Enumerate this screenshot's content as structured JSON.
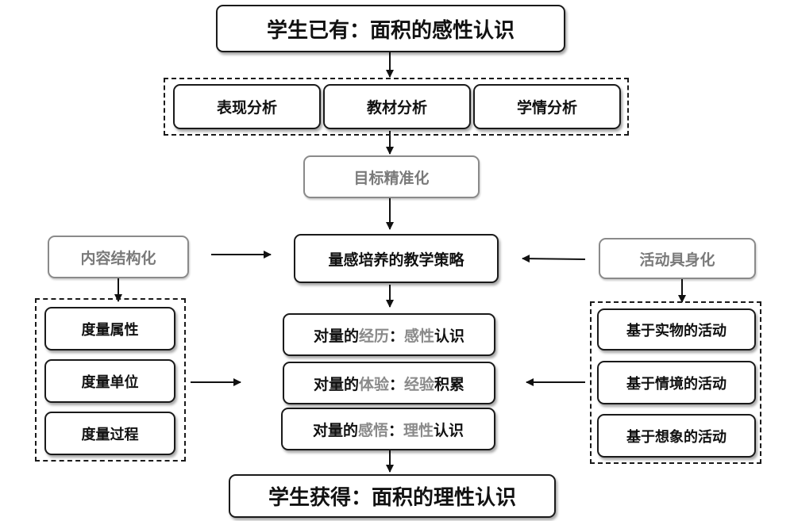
{
  "top": {
    "label": "学生已有：面积的感性认识"
  },
  "analysis": [
    {
      "label": "表现分析"
    },
    {
      "label": "教材分析"
    },
    {
      "label": "学情分析"
    }
  ],
  "target": {
    "label": "目标精准化"
  },
  "strategy": {
    "label": "量感培养的教学策略"
  },
  "left_group": {
    "header": "内容结构化",
    "items": [
      {
        "label": "度量属性"
      },
      {
        "label": "度量单位"
      },
      {
        "label": "度量过程"
      }
    ]
  },
  "right_group": {
    "header": "活动具身化",
    "items": [
      {
        "label": "基于实物的活动"
      },
      {
        "label": "基于情境的活动"
      },
      {
        "label": "基于想象的活动"
      }
    ]
  },
  "center_items": [
    {
      "a": "对量的",
      "b": "经历",
      "c": "：",
      "d": "感性",
      "e": "认识"
    },
    {
      "a": "对量的",
      "b": "体验",
      "c": "：",
      "d": "经验",
      "e": "积累"
    },
    {
      "a": "对量的",
      "b": "感悟",
      "c": "：",
      "d": "理性",
      "e": "认识"
    }
  ],
  "bottom": {
    "label": "学生获得：面积的理性认识"
  }
}
